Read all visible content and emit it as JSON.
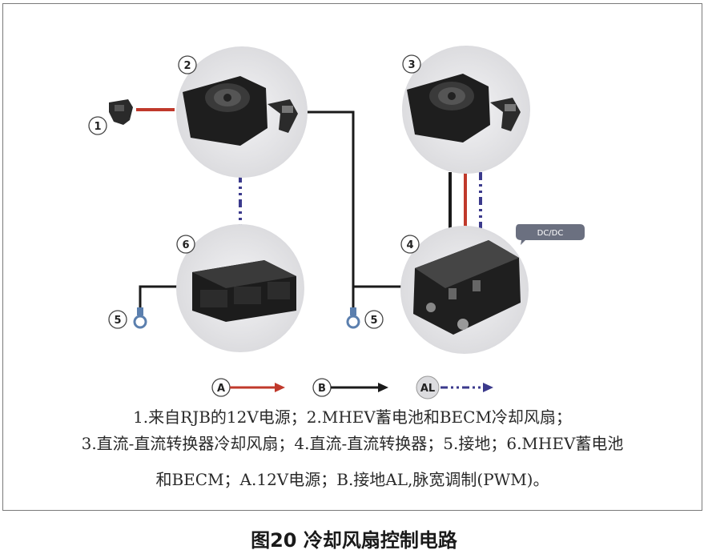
{
  "labels": {
    "n1": "1",
    "n2": "2",
    "n3": "3",
    "n4": "4",
    "n5a": "5",
    "n5b": "5",
    "n6": "6",
    "dcdc": "DC/DC"
  },
  "legend": {
    "a": "A",
    "b": "B",
    "al": "AL"
  },
  "caption": {
    "line1": "1.来自RJB的12V电源；2.MHEV蓄电池和BECM冷却风扇；",
    "line2": "3.直流-直流转换器冷却风扇；4.直流-直流转换器；5.接地；6.MHEV蓄电池",
    "line3": "和BECM；A.12V电源；B.接地AL,脉宽调制(PWM)。"
  },
  "figure_title": "图20 冷却风扇控制电路",
  "colors": {
    "power": "#c0392b",
    "ground": "#1a1a1a",
    "pwm": "#3b3a8c",
    "circle": "#e6e6e9"
  }
}
